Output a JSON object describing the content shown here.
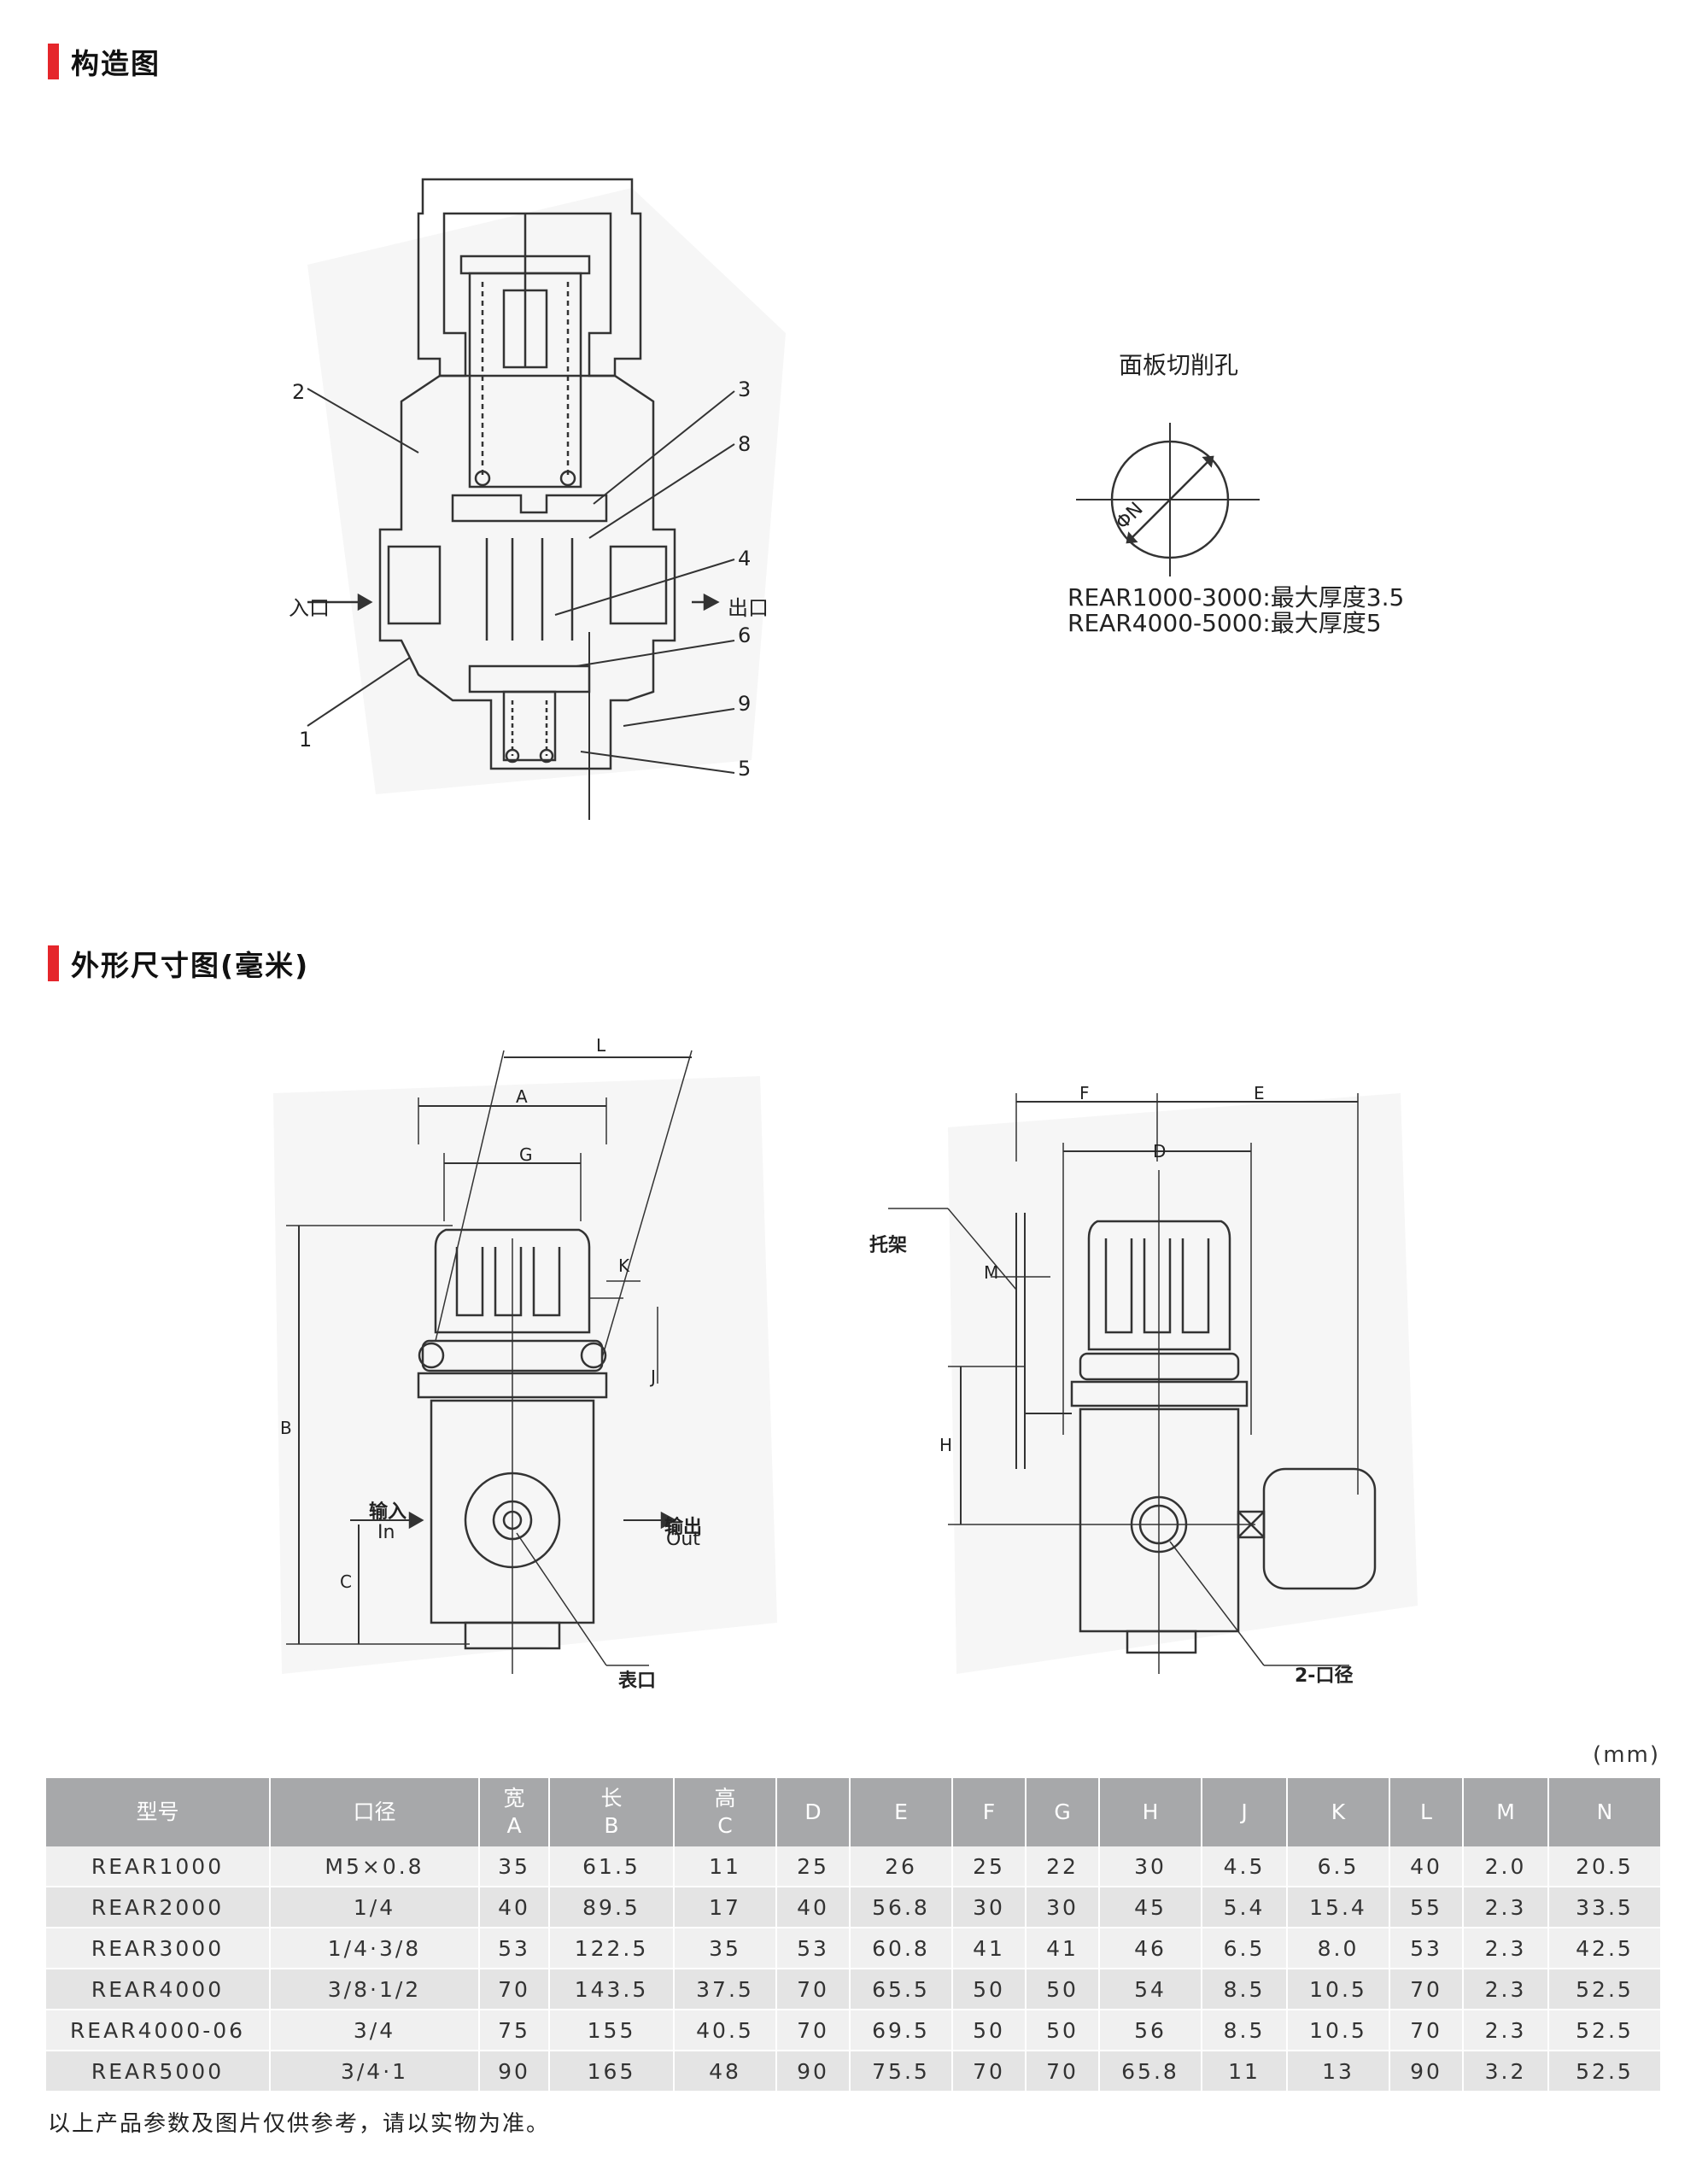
{
  "sections": {
    "structure_title": "构造图",
    "dimensions_title": "外形尺寸图(毫米)"
  },
  "structure": {
    "inlet_label": "入口",
    "outlet_label": "出口",
    "callouts": [
      "1",
      "2",
      "3",
      "4",
      "5",
      "6",
      "8",
      "9"
    ]
  },
  "panel": {
    "title": "面板切削孔",
    "symbol": "ΦN",
    "notes": [
      "REAR1000-3000:最大厚度3.5",
      "REAR4000-5000:最大厚度5"
    ]
  },
  "dimension_drawing": {
    "front_labels": {
      "L": "L",
      "A": "A",
      "G": "G",
      "K": "K",
      "J": "J",
      "B": "B",
      "C": "C"
    },
    "input_cn": "输入",
    "input_en": "In",
    "output_cn": "输出",
    "output_en": "Out",
    "gauge_port": "表口",
    "side_labels": {
      "F": "F",
      "E": "E",
      "D": "D",
      "M": "M",
      "H": "H"
    },
    "bracket": "托架",
    "ports": "2-口径"
  },
  "table": {
    "unit": "(mm)",
    "headers": [
      {
        "top": "型号",
        "bottom": ""
      },
      {
        "top": "口径",
        "bottom": ""
      },
      {
        "top": "宽",
        "bottom": "A"
      },
      {
        "top": "长",
        "bottom": "B"
      },
      {
        "top": "高",
        "bottom": "C"
      },
      {
        "top": "D",
        "bottom": ""
      },
      {
        "top": "E",
        "bottom": ""
      },
      {
        "top": "F",
        "bottom": ""
      },
      {
        "top": "G",
        "bottom": ""
      },
      {
        "top": "H",
        "bottom": ""
      },
      {
        "top": "J",
        "bottom": ""
      },
      {
        "top": "K",
        "bottom": ""
      },
      {
        "top": "L",
        "bottom": ""
      },
      {
        "top": "M",
        "bottom": ""
      },
      {
        "top": "N",
        "bottom": ""
      }
    ],
    "rows": [
      [
        "REAR1000",
        "M5×0.8",
        "35",
        "61.5",
        "11",
        "25",
        "26",
        "25",
        "22",
        "30",
        "4.5",
        "6.5",
        "40",
        "2.0",
        "20.5"
      ],
      [
        "REAR2000",
        "1/4",
        "40",
        "89.5",
        "17",
        "40",
        "56.8",
        "30",
        "30",
        "45",
        "5.4",
        "15.4",
        "55",
        "2.3",
        "33.5"
      ],
      [
        "REAR3000",
        "1/4·3/8",
        "53",
        "122.5",
        "35",
        "53",
        "60.8",
        "41",
        "41",
        "46",
        "6.5",
        "8.0",
        "53",
        "2.3",
        "42.5"
      ],
      [
        "REAR4000",
        "3/8·1/2",
        "70",
        "143.5",
        "37.5",
        "70",
        "65.5",
        "50",
        "50",
        "54",
        "8.5",
        "10.5",
        "70",
        "2.3",
        "52.5"
      ],
      [
        "REAR4000-06",
        "3/4",
        "75",
        "155",
        "40.5",
        "70",
        "69.5",
        "50",
        "50",
        "56",
        "8.5",
        "10.5",
        "70",
        "2.3",
        "52.5"
      ],
      [
        "REAR5000",
        "3/4·1",
        "90",
        "165",
        "48",
        "90",
        "75.5",
        "70",
        "70",
        "65.8",
        "11",
        "13",
        "90",
        "3.2",
        "52.5"
      ]
    ]
  },
  "footnote": "以上产品参数及图片仅供参考，请以实物为准。",
  "colors": {
    "accent": "#e5262b",
    "header_bg": "#a7a8aa",
    "row_odd": "#f0f0f0",
    "row_even": "#e4e4e4"
  }
}
